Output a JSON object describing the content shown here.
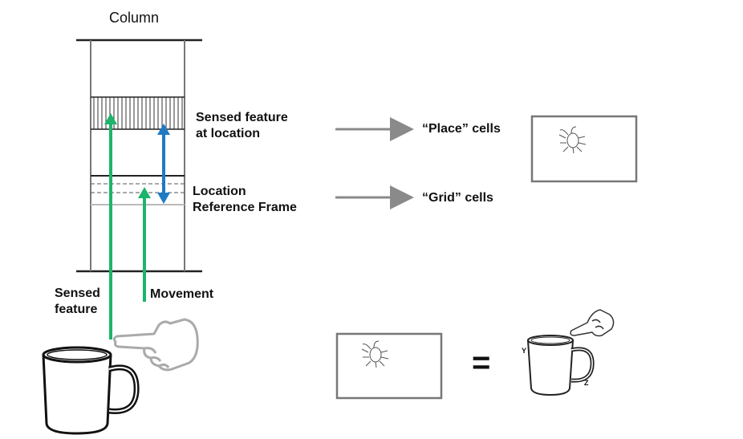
{
  "column_title": "Column",
  "layers": {
    "sensed_feature_line1": "Sensed feature",
    "sensed_feature_line2": "at location",
    "location_line1": "Location",
    "location_line2": "Reference Frame"
  },
  "outputs": {
    "place_cells": "“Place” cells",
    "grid_cells": "“Grid” cells"
  },
  "inputs": {
    "sensed_feature_line1": "Sensed",
    "sensed_feature_line2": "feature",
    "movement": "Movement"
  },
  "equation": {
    "equals": "=",
    "axis_y": "Y",
    "axis_z": "Z"
  },
  "colors": {
    "green": "#1db46b",
    "blue": "#1f7ac4",
    "gray": "#8a8a8a",
    "line": "#222222"
  }
}
